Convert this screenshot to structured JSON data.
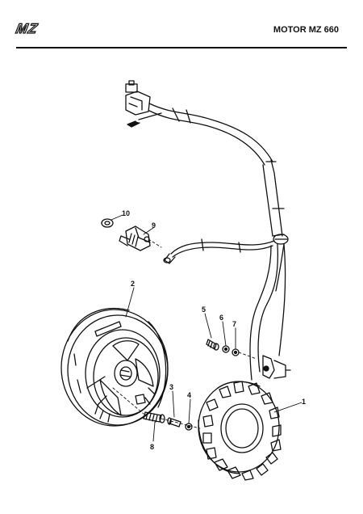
{
  "header": {
    "logo_text": "MZ",
    "model_title": "MOTOR MZ 660"
  },
  "callouts": [
    "1",
    "2",
    "3",
    "4",
    "5",
    "6",
    "7",
    "8",
    "9",
    "10"
  ]
}
